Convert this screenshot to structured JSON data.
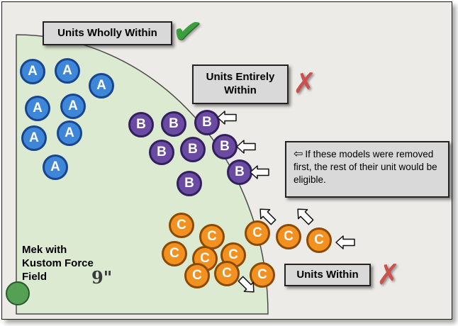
{
  "boxes": {
    "wholly": "Units Wholly Within",
    "entirely": "Units Entirely Within",
    "within": "Units Within",
    "note": "If these models were removed first, the rest of their unit would be eligible."
  },
  "mek": {
    "line1": "Mek with",
    "line2": "Kustom Force",
    "line3": "Field"
  },
  "radius_label": "9\"",
  "units": {
    "a": {
      "letter": "A",
      "fill": "#3e86d8",
      "ring": "#17458f"
    },
    "b": {
      "letter": "B",
      "fill": "#6b4ba1",
      "ring": "#32205e"
    },
    "c": {
      "letter": "C",
      "fill": "#f2911f",
      "ring": "#8c4a00"
    }
  },
  "icons": {
    "check": "✔",
    "cross": "✗",
    "arrow_left": "⇦"
  },
  "colors": {
    "aura_fill": "#dcead2",
    "aura_stroke": "#4a4a4a",
    "mek_fill": "#55a055",
    "check_green": "#3c9e3c",
    "cross_red": "#c9524e",
    "box_bg": "#d9d9d9"
  }
}
